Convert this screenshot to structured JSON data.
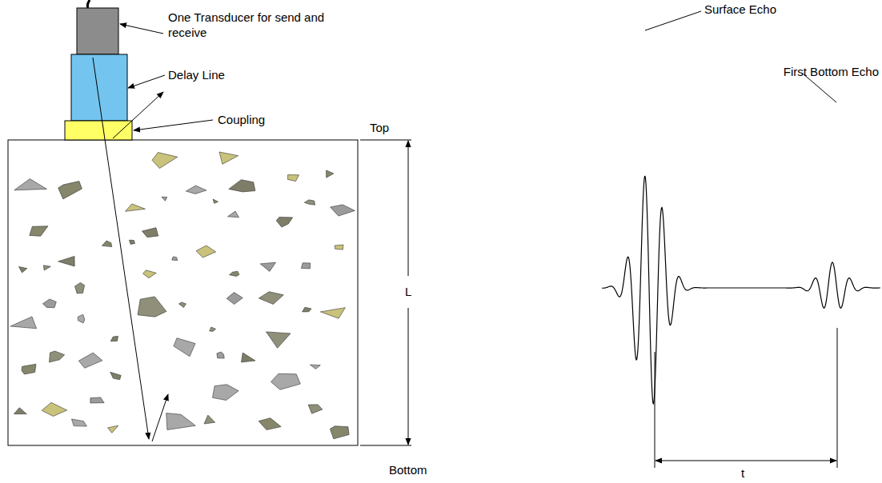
{
  "diagram": {
    "labels": [
      "One Transducer for send and receive",
      "Delay Line",
      "Coupling",
      "Top",
      "L",
      "Bottom",
      "Surface Echo",
      "First Bottom Echo",
      "t"
    ]
  }
}
